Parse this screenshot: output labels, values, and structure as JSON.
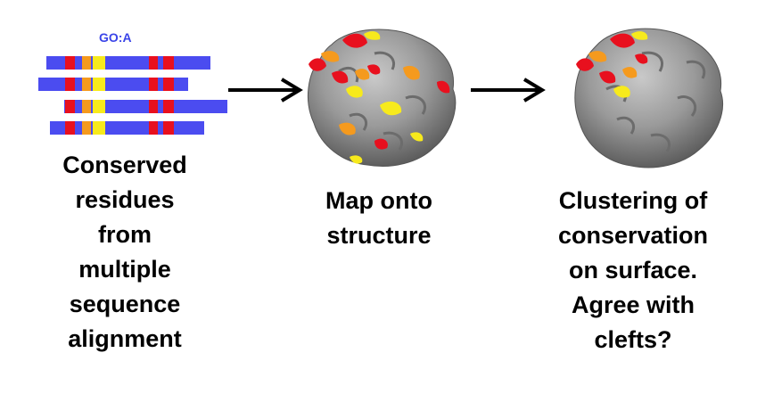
{
  "alignment": {
    "label": "GO:A",
    "colors": {
      "sequence": "#4b4cf0",
      "high": "#e8101e",
      "medium": "#f59a1e",
      "low": "#f7ea1c"
    }
  },
  "captions": {
    "step1": "Conserved\nresidues\nfrom\nmultiple\nsequence\nalignment",
    "step2": "Map onto\nstructure",
    "step3": "Clustering of\nconservation\non surface.\nAgree with\nclefts?"
  }
}
